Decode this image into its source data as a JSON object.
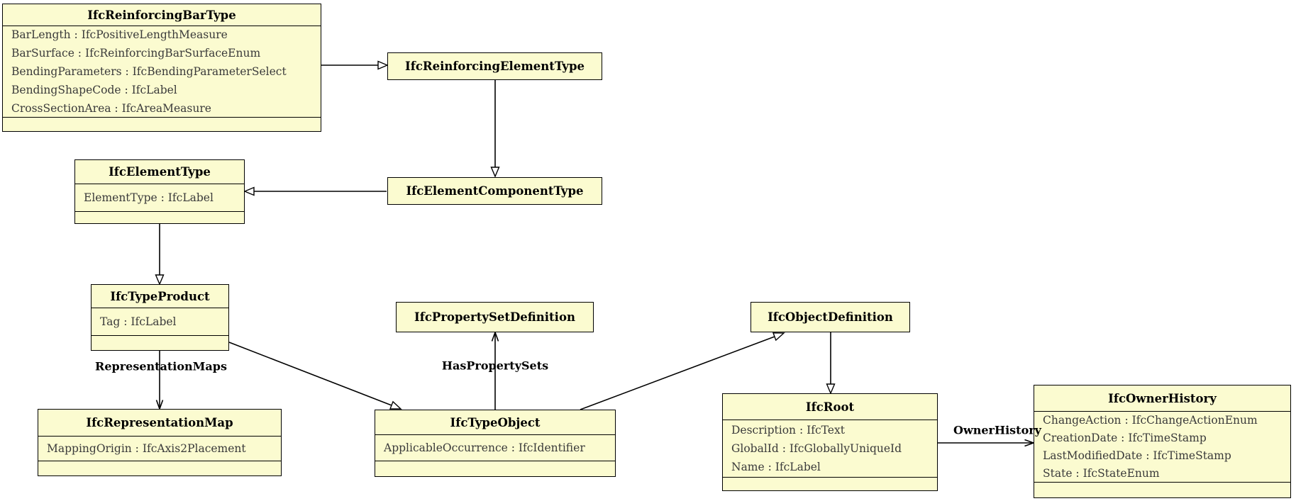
{
  "diagram": {
    "title": "IFC class diagram",
    "colors": {
      "box_fill": "#fbfbd0",
      "box_border": "#000000",
      "background": "#ffffff",
      "attribute_text": "#3a3a3a"
    },
    "classes": [
      {
        "name": "IfcReinforcingBarType",
        "attributes": [
          "BarLength : IfcPositiveLengthMeasure",
          "BarSurface : IfcReinforcingBarSurfaceEnum",
          "BendingParameters : IfcBendingParameterSelect",
          "BendingShapeCode : IfcLabel",
          "CrossSectionArea : IfcAreaMeasure"
        ]
      },
      {
        "name": "IfcReinforcingElementType",
        "attributes": []
      },
      {
        "name": "IfcElementComponentType",
        "attributes": []
      },
      {
        "name": "IfcElementType",
        "attributes": [
          "ElementType : IfcLabel"
        ]
      },
      {
        "name": "IfcTypeProduct",
        "attributes": [
          "Tag : IfcLabel"
        ]
      },
      {
        "name": "IfcPropertySetDefinition",
        "attributes": []
      },
      {
        "name": "IfcObjectDefinition",
        "attributes": []
      },
      {
        "name": "IfcRepresentationMap",
        "attributes": [
          "MappingOrigin : IfcAxis2Placement"
        ]
      },
      {
        "name": "IfcTypeObject",
        "attributes": [
          "ApplicableOccurrence : IfcIdentifier"
        ]
      },
      {
        "name": "IfcRoot",
        "attributes": [
          "Description : IfcText",
          "GlobalId : IfcGloballyUniqueId",
          "Name : IfcLabel"
        ]
      },
      {
        "name": "IfcOwnerHistory",
        "attributes": [
          "ChangeAction : IfcChangeActionEnum",
          "CreationDate : IfcTimeStamp",
          "LastModifiedDate : IfcTimeStamp",
          "State : IfcStateEnum"
        ]
      }
    ],
    "edge_labels": {
      "representation_maps": "RepresentationMaps",
      "has_property_sets": "HasPropertySets",
      "owner_history": "OwnerHistory"
    }
  }
}
